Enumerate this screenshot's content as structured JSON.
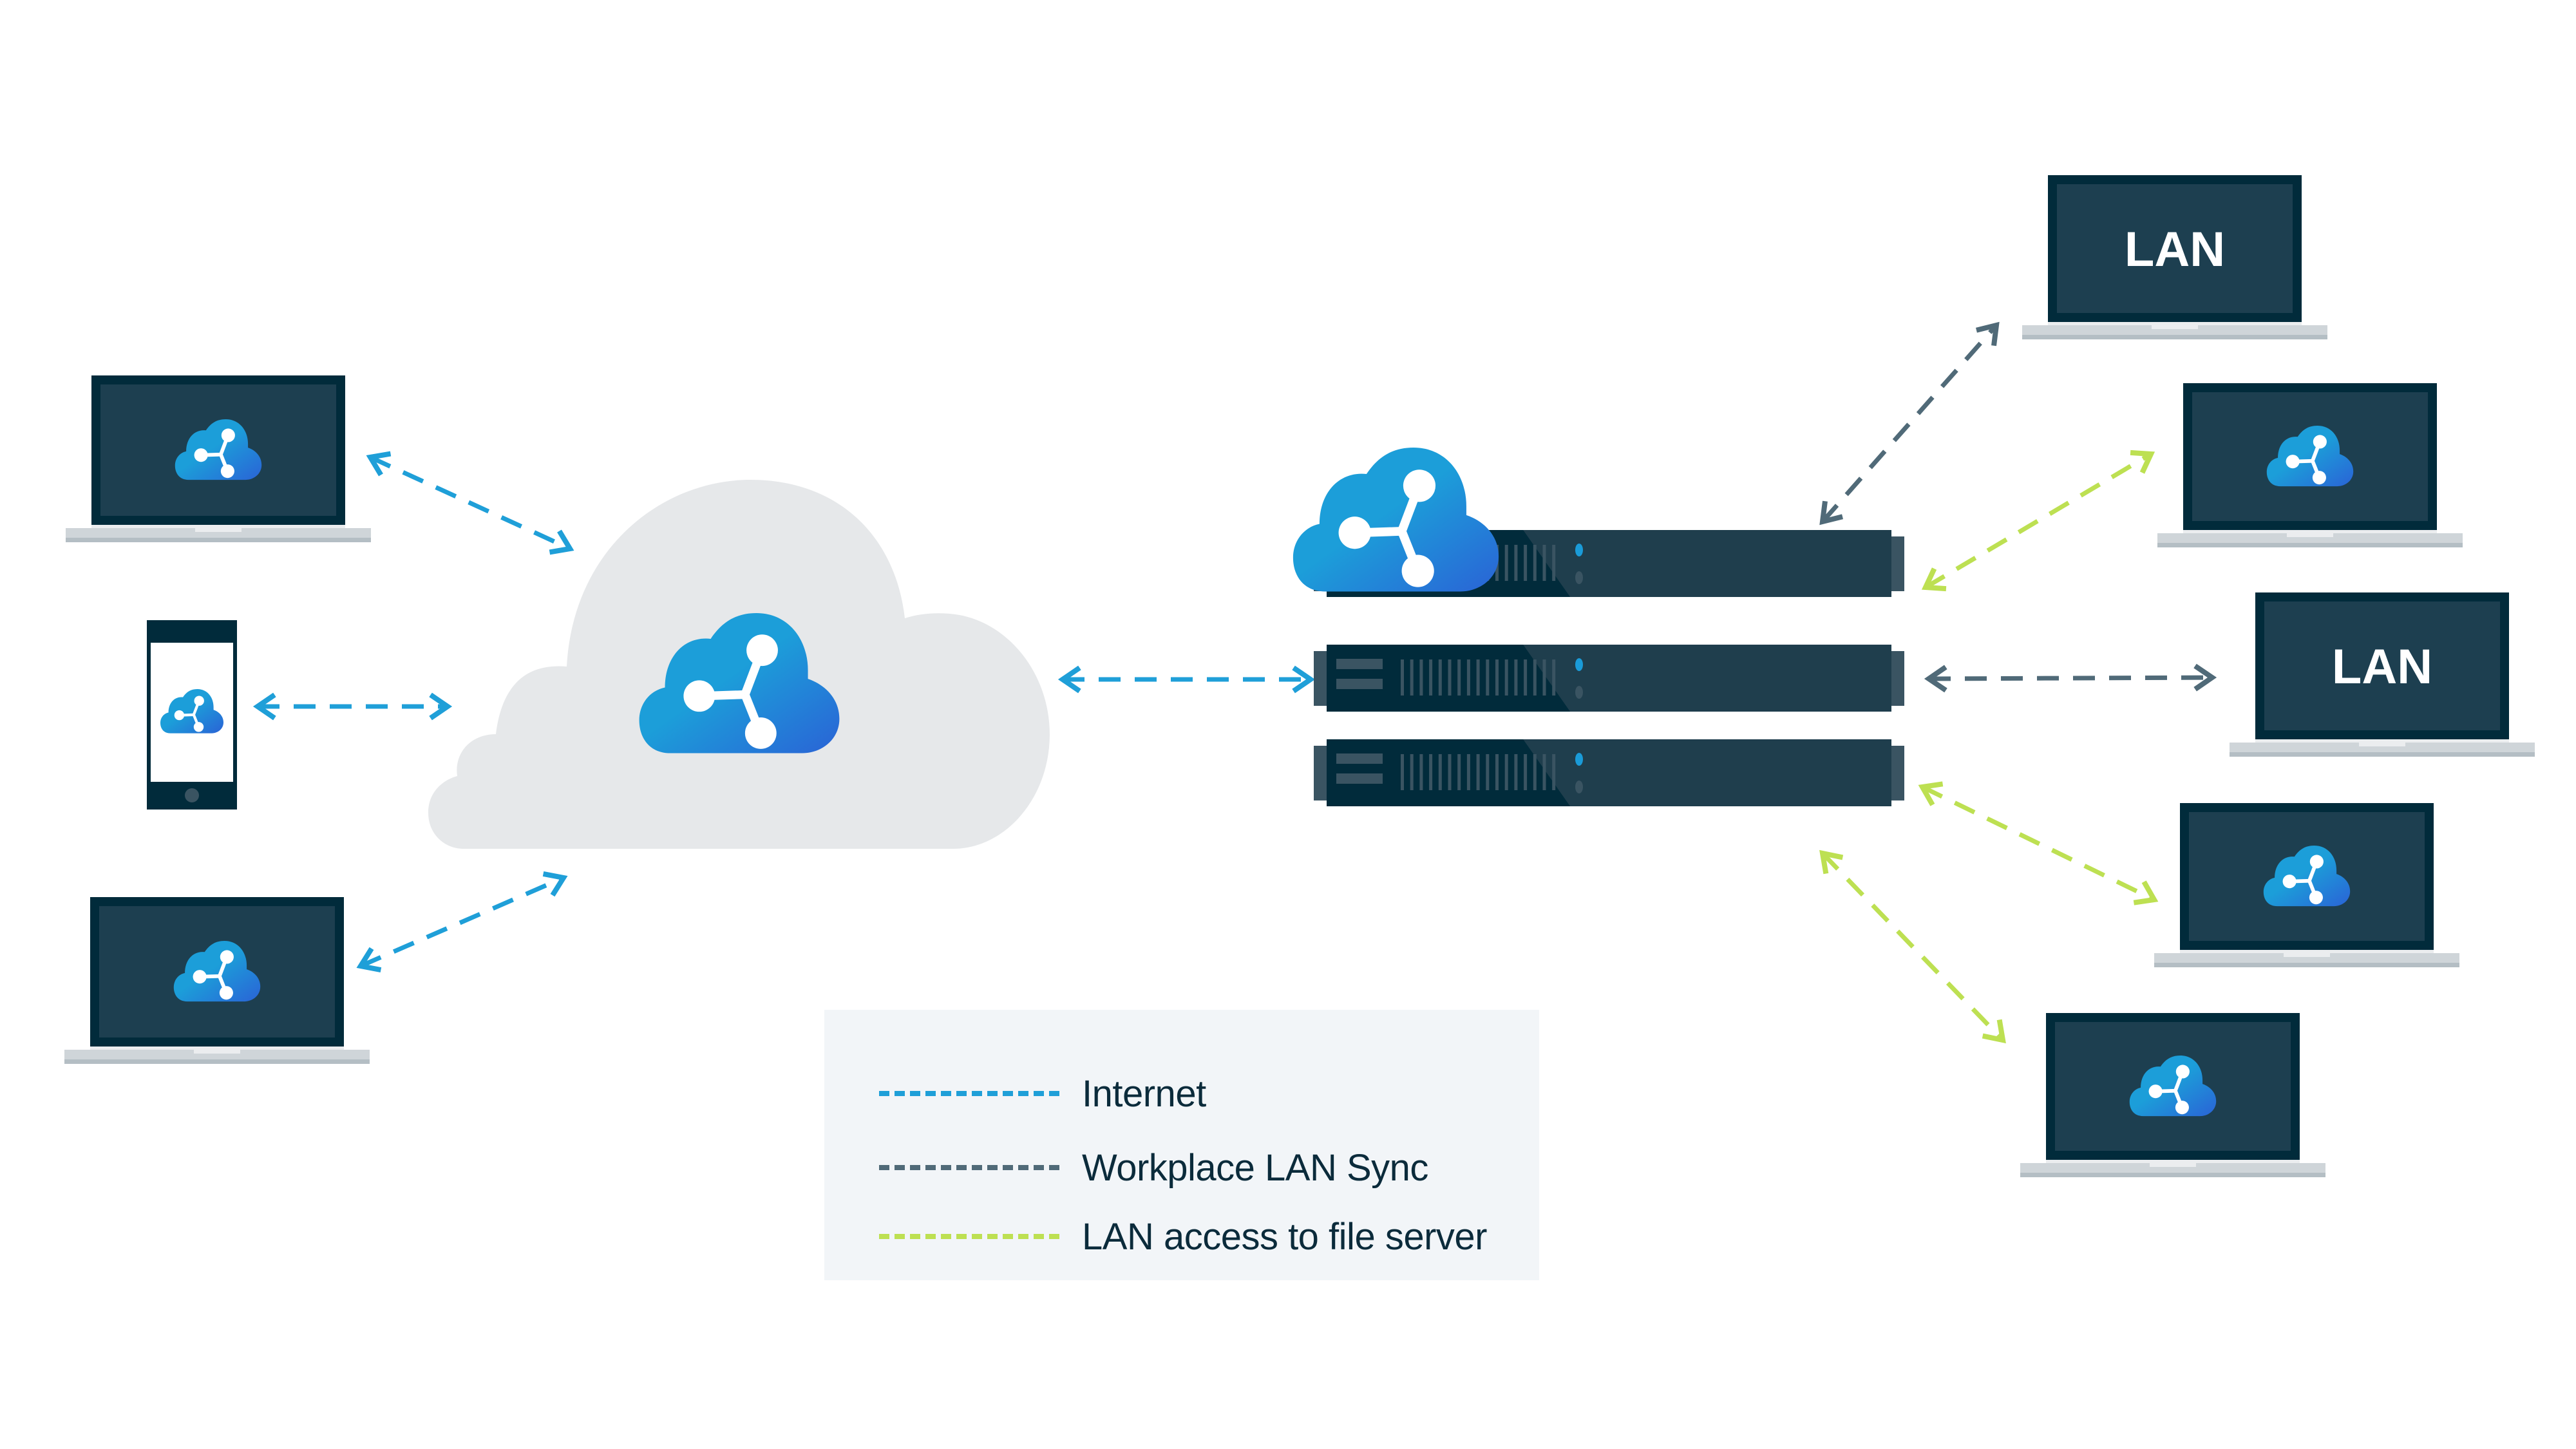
{
  "colors": {
    "internet": "#1f9fd8",
    "lan_sync": "#506a78",
    "lan_file": "#bde052",
    "device_dark": "#012b3b",
    "device_screen": "#1d3f50",
    "base_light": "#cfd5d9",
    "base_shadow": "#b4bec4",
    "cloud_bg": "#e6e8ea",
    "logo_from": "#1c9ed9",
    "logo_to": "#2a63d6",
    "legend_bg": "#f2f5f8",
    "legend_text": "#0b2b3b"
  },
  "nodes": {
    "left_devices": [
      {
        "type": "laptop",
        "screen": "app-logo"
      },
      {
        "type": "phone",
        "screen": "app-logo"
      },
      {
        "type": "laptop",
        "screen": "app-logo"
      }
    ],
    "cloud": {
      "label": "",
      "icon": "app-logo"
    },
    "server": {
      "icon": "app-logo",
      "units": 3
    },
    "right_devices": [
      {
        "type": "laptop",
        "screen": "text",
        "text": "LAN",
        "link": "lan_sync"
      },
      {
        "type": "laptop",
        "screen": "app-logo",
        "link": "lan_file"
      },
      {
        "type": "laptop",
        "screen": "text",
        "text": "LAN",
        "link": "lan_sync"
      },
      {
        "type": "laptop",
        "screen": "app-logo",
        "link": "lan_file"
      },
      {
        "type": "laptop",
        "screen": "app-logo",
        "link": "lan_file"
      }
    ]
  },
  "legend": {
    "items": [
      {
        "key": "internet",
        "label": "Internet"
      },
      {
        "key": "lan_sync",
        "label": "Workplace LAN Sync"
      },
      {
        "key": "lan_file",
        "label": "LAN access to file server"
      }
    ]
  }
}
